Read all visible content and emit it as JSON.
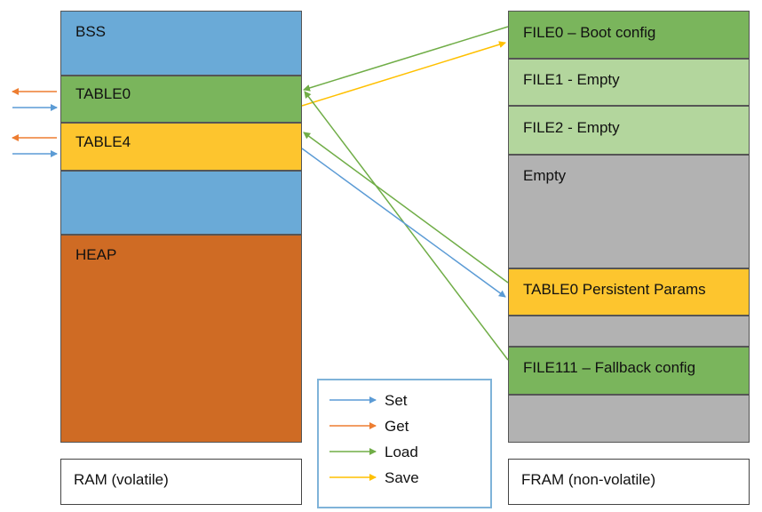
{
  "ram": {
    "blocks": [
      {
        "label": "BSS",
        "color": "#6aaad7"
      },
      {
        "label": "TABLE0",
        "color": "#7ab55c"
      },
      {
        "label": "TABLE4",
        "color": "#fdc52e"
      },
      {
        "label": "",
        "color": "#6aaad7"
      },
      {
        "label": "HEAP",
        "color": "#cf6b24"
      }
    ],
    "caption": "RAM (volatile)"
  },
  "fram": {
    "blocks": [
      {
        "label": "FILE0 – Boot config",
        "color": "#7ab55c"
      },
      {
        "label": "FILE1 - Empty",
        "color": "#b3d69d"
      },
      {
        "label": "FILE2 - Empty",
        "color": "#b3d69d"
      },
      {
        "label": "Empty",
        "color": "#b2b2b2"
      },
      {
        "label": "TABLE0 Persistent Params",
        "color": "#fdc52e"
      },
      {
        "label": "",
        "color": "#b2b2b2"
      },
      {
        "label": "FILE111 – Fallback config",
        "color": "#7ab55c"
      },
      {
        "label": "",
        "color": "#b2b2b2"
      }
    ],
    "caption": "FRAM (non-volatile)"
  },
  "legend": {
    "items": [
      {
        "label": "Set",
        "color": "#5b9bd5"
      },
      {
        "label": "Get",
        "color": "#ed7d31"
      },
      {
        "label": "Load",
        "color": "#70ad47"
      },
      {
        "label": "Save",
        "color": "#ffc000"
      }
    ]
  },
  "colors": {
    "set": "#5b9bd5",
    "get": "#ed7d31",
    "load": "#70ad47",
    "save": "#ffc000"
  }
}
